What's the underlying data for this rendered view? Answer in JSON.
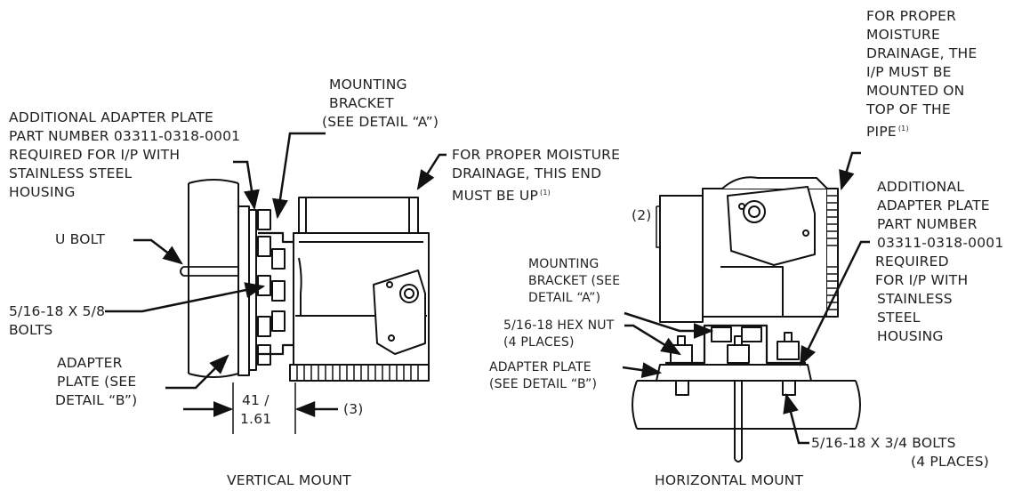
{
  "vertical": {
    "caption": "VERTICAL MOUNT",
    "additional_adapter": [
      "ADDITIONAL ADAPTER PLATE",
      "PART NUMBER 03311-0318-0001",
      "REQUIRED FOR I/P WITH",
      "STAINLESS STEEL",
      "HOUSING"
    ],
    "mounting_bracket": [
      "MOUNTING",
      "BRACKET",
      "(SEE DETAIL “A”)"
    ],
    "drainage": [
      "FOR PROPER MOISTURE",
      "DRAINAGE, THIS END",
      "MUST BE UP"
    ],
    "drainage_note": "(1)",
    "u_bolt": "U BOLT",
    "bolts": [
      "5/16-18 X 5/8",
      "BOLTS"
    ],
    "adapter_plate": [
      "ADAPTER",
      "PLATE (SEE",
      "DETAIL “B”)"
    ],
    "dimension": [
      "41 /",
      "1.61"
    ],
    "dim_note": "(3)"
  },
  "horizontal": {
    "caption": "HORIZONTAL MOUNT",
    "drainage": [
      "FOR PROPER",
      "MOISTURE",
      "DRAINAGE, THE",
      "I/P MUST BE",
      "MOUNTED ON",
      "TOP OF THE",
      "PIPE"
    ],
    "drainage_note": "(1)",
    "additional_adapter": [
      "ADDITIONAL",
      "ADAPTER PLATE",
      "PART NUMBER",
      "03311-0318-0001",
      "REQUIRED",
      "FOR I/P WITH",
      "STAINLESS",
      "STEEL",
      "HOUSING"
    ],
    "note_2": "(2)",
    "mounting_bracket": [
      "MOUNTING",
      "BRACKET (SEE",
      "DETAIL “A”)"
    ],
    "hex_nut": [
      "5/16-18 HEX NUT",
      "(4 PLACES)"
    ],
    "adapter_plate": [
      "ADAPTER PLATE",
      "(SEE DETAIL “B”)"
    ],
    "bolts": [
      "5/16-18 X 3/4 BOLTS",
      "(4 PLACES)"
    ]
  }
}
